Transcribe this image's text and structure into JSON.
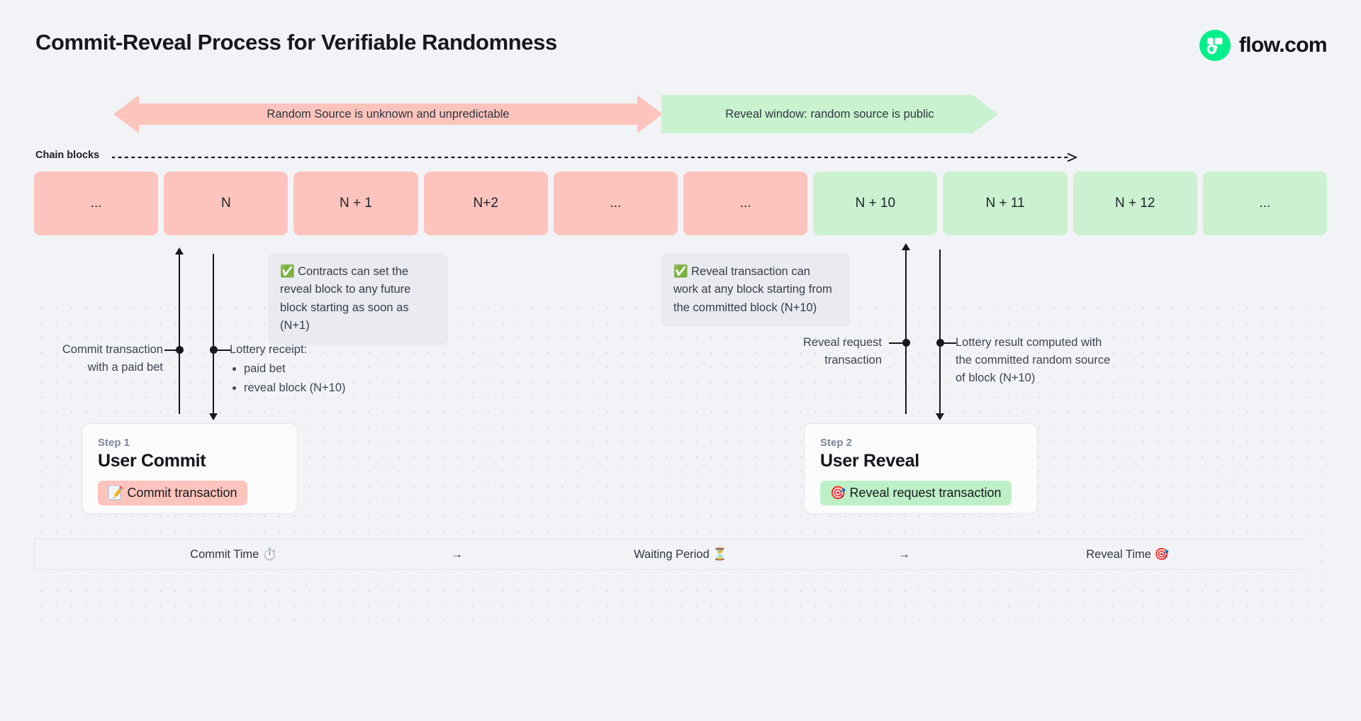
{
  "page": {
    "title": "Commit-Reveal Process for Verifiable Randomness",
    "background_color": "#f2f3f7"
  },
  "brand": {
    "name": "flow.com",
    "mark_color": "#00ef8b"
  },
  "phase_banners": [
    {
      "label": "Random Source is unknown and unpredictable",
      "color": "#fcc4bc",
      "direction": "double"
    },
    {
      "label": "Reveal window: random source is public",
      "color": "#c9f2cf",
      "direction": "right"
    }
  ],
  "chain": {
    "label": "Chain blocks",
    "blocks": [
      {
        "label": "...",
        "state": "pink"
      },
      {
        "label": "N",
        "state": "pink"
      },
      {
        "label": "N + 1",
        "state": "pink"
      },
      {
        "label": "N+2",
        "state": "pink"
      },
      {
        "label": "...",
        "state": "pink"
      },
      {
        "label": "...",
        "state": "pink"
      },
      {
        "label": "N + 10",
        "state": "green"
      },
      {
        "label": "N + 11",
        "state": "green"
      },
      {
        "label": "N + 12",
        "state": "green"
      },
      {
        "label": "...",
        "state": "green"
      }
    ],
    "colors": {
      "pink": "#fcc4bc",
      "green": "#cbf1d1"
    }
  },
  "notes": [
    {
      "icon": "check-mark-button",
      "text": "Contracts can set the reveal block to any future block starting as soon as (N+1)"
    },
    {
      "icon": "check-mark-button",
      "text": "Reveal transaction can work at any block starting from the committed block (N+10)"
    }
  ],
  "annotations": {
    "commit_tx": "Commit transaction\nwith a paid bet",
    "commit_tx_line1": "Commit transaction",
    "commit_tx_line2": "with a paid bet",
    "receipt_title": "Lottery receipt:",
    "receipt_items": [
      "paid bet",
      "reveal block (N+10)"
    ],
    "reveal_request_line1": "Reveal request",
    "reveal_request_line2": "transaction",
    "lottery_result": "Lottery result computed with the committed random source of block (N+10)"
  },
  "steps": [
    {
      "kicker": "Step 1",
      "title": "User Commit",
      "chip_icon": "memo-icon",
      "chip_label": "Commit transaction",
      "chip_color": "#fcc4bc"
    },
    {
      "kicker": "Step 2",
      "title": "User Reveal",
      "chip_icon": "direct-hit-icon",
      "chip_label": "Reveal request transaction",
      "chip_color": "#bdf0c6"
    }
  ],
  "timeline": {
    "segments": [
      {
        "label": "Commit Time",
        "icon": "stopwatch-icon"
      },
      {
        "label": "Waiting Period",
        "icon": "hourglass-icon"
      },
      {
        "label": "Reveal Time",
        "icon": "direct-hit-icon"
      }
    ],
    "arrow": "→"
  }
}
